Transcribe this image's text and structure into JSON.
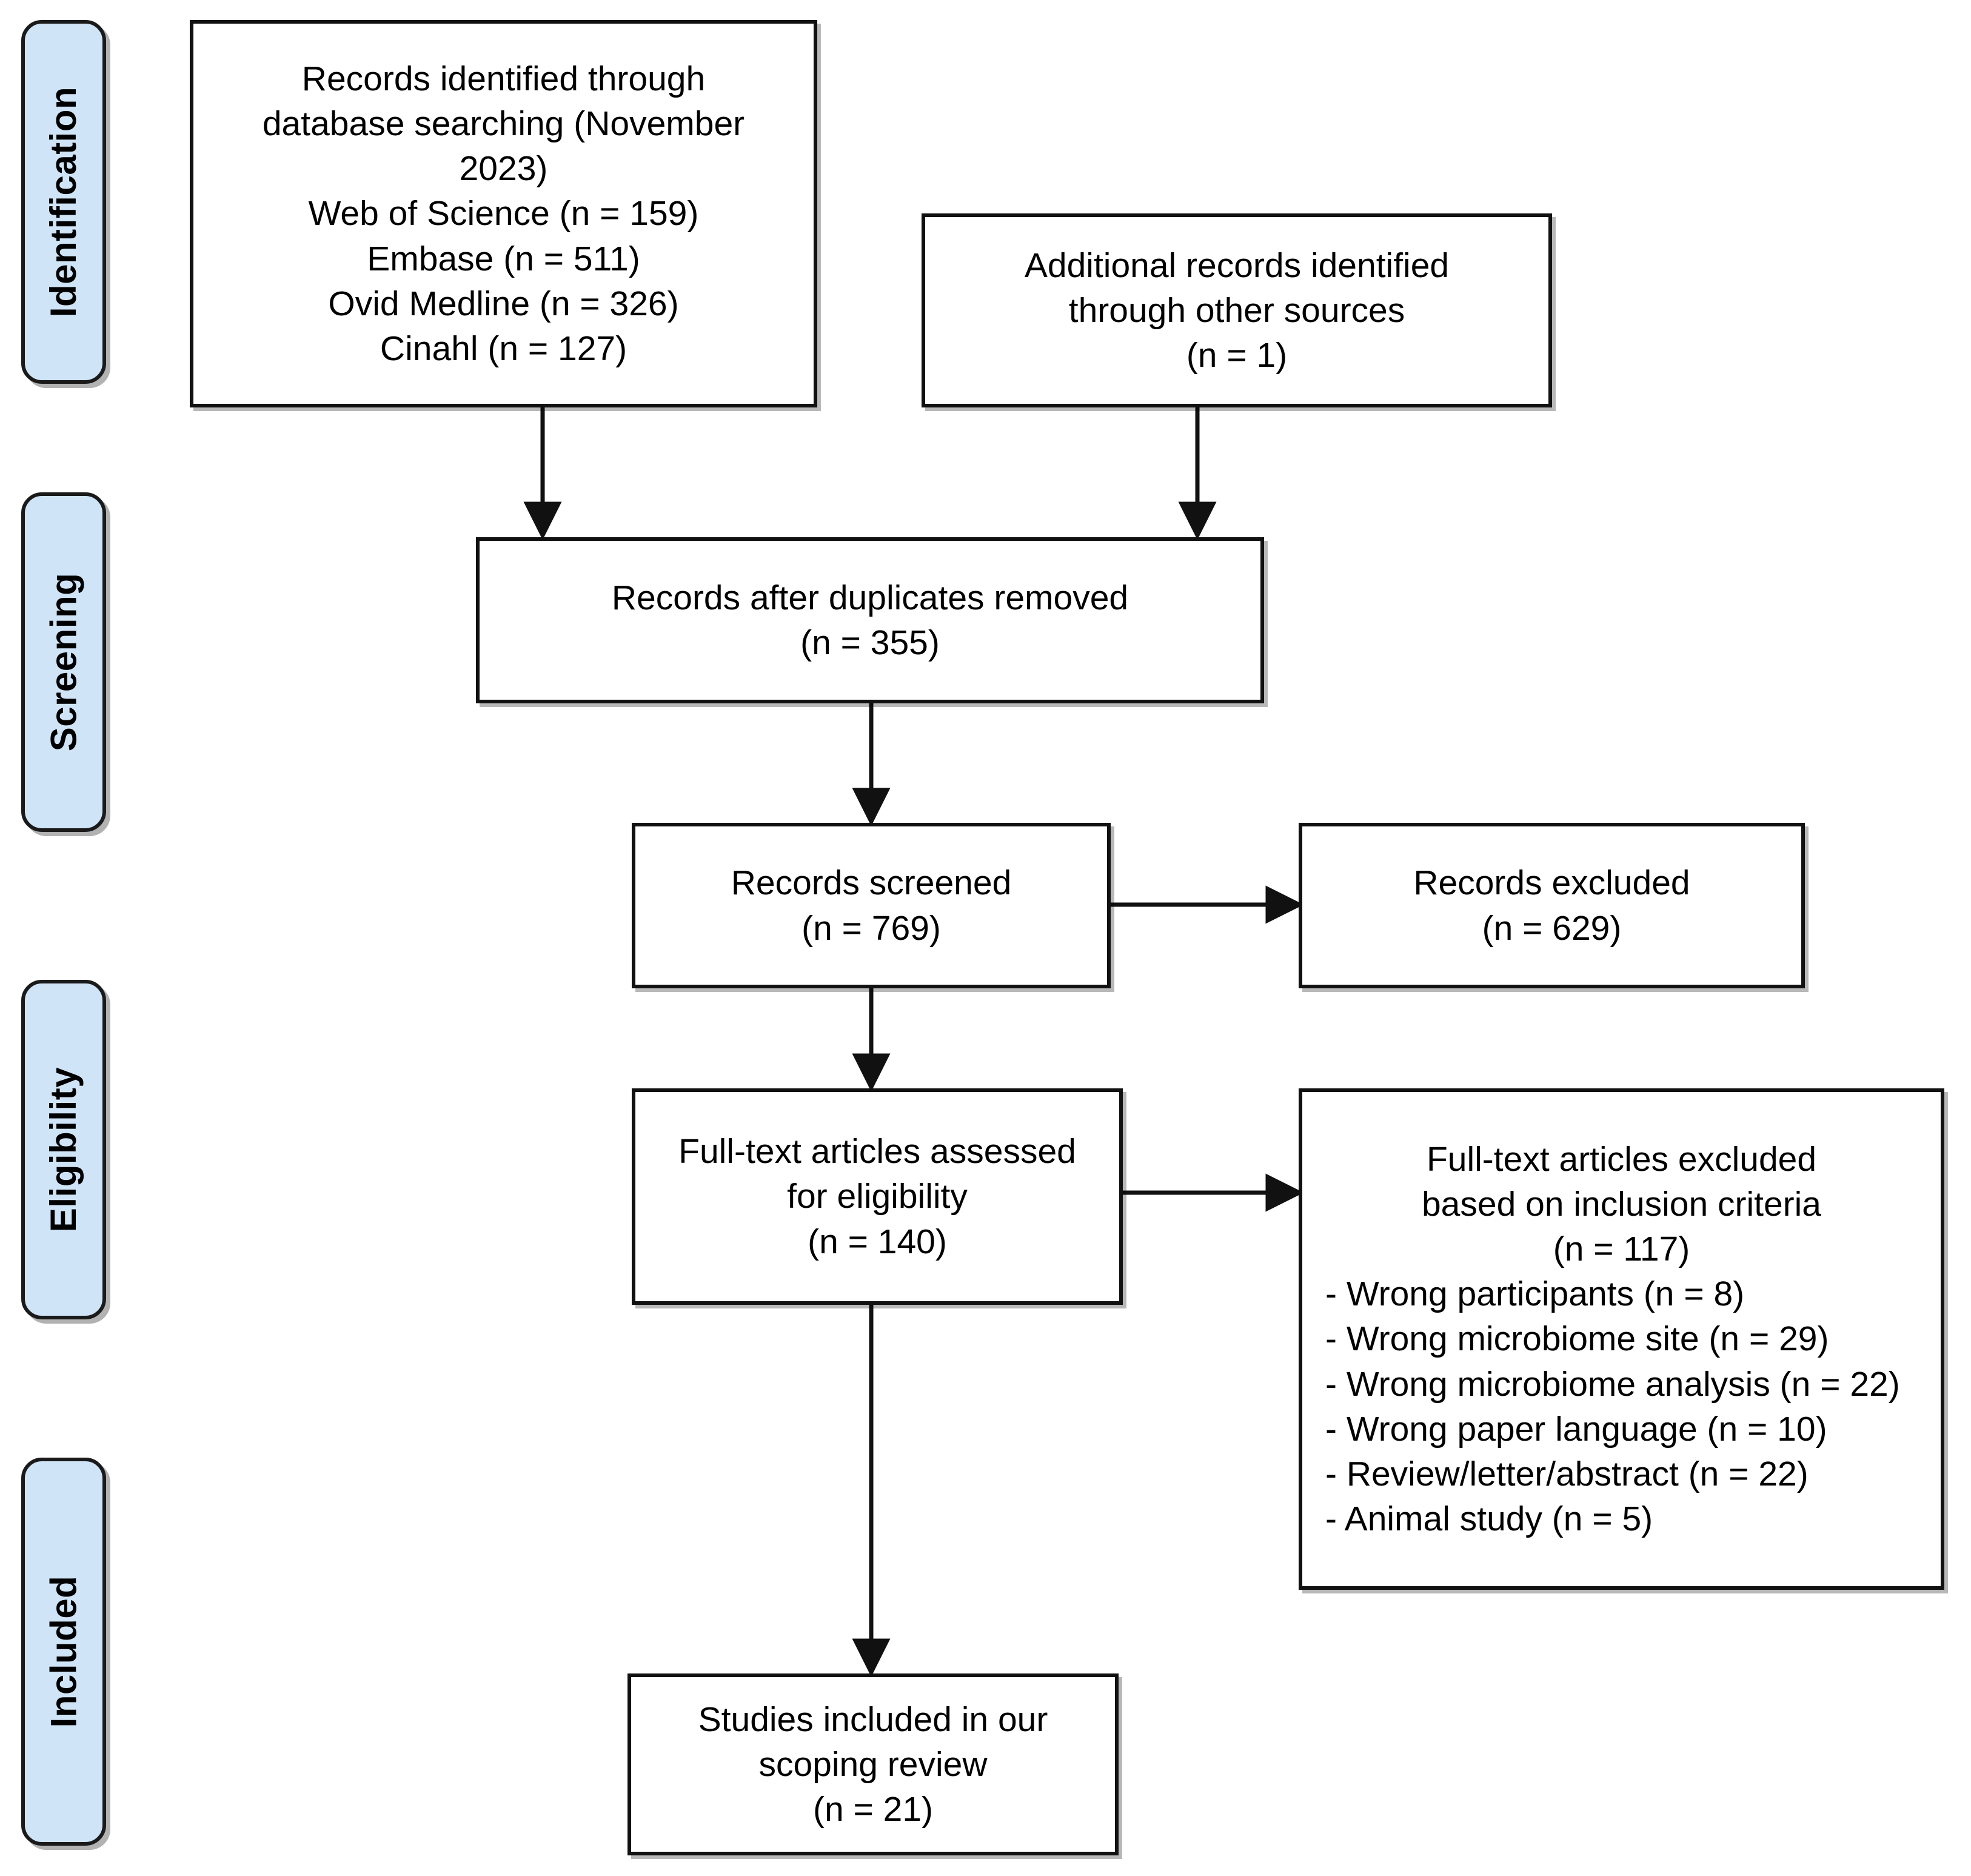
{
  "diagram": {
    "type": "prisma-flow-diagram",
    "accent_blue": "#cfe4f7",
    "line_color": "#111111",
    "stages": [
      {
        "id": "identification",
        "label": "Identification"
      },
      {
        "id": "screening",
        "label": "Screening"
      },
      {
        "id": "eligibility",
        "label": "Eligibility"
      },
      {
        "id": "included",
        "label": "Included"
      }
    ],
    "boxes": {
      "database_search": {
        "id": "records-identified-database",
        "lines": [
          "Records identified through",
          "database searching (November",
          "2023)",
          "Web of Science (n = 159)",
          "Embase (n = 511)",
          "Ovid Medline (n = 326)",
          "Cinahl (n = 127)"
        ]
      },
      "other_sources": {
        "id": "additional-records-other-sources",
        "lines": [
          "Additional records identified",
          "through other sources",
          "(n = 1)"
        ]
      },
      "duplicates_removed": {
        "id": "records-after-duplicates-removed",
        "lines": [
          "Records after duplicates removed",
          "(n = 355)"
        ]
      },
      "records_screened": {
        "id": "records-screened",
        "lines": [
          "Records screened",
          "(n = 769)"
        ]
      },
      "records_excluded": {
        "id": "records-excluded",
        "lines": [
          "Records excluded",
          "(n = 629)"
        ]
      },
      "fulltext_assessed": {
        "id": "full-text-articles-assessed",
        "lines": [
          "Full-text articles assessed",
          "for eligibility",
          "(n = 140)"
        ]
      },
      "fulltext_excluded": {
        "id": "full-text-articles-excluded",
        "header_lines": [
          "Full-text articles excluded",
          "based on inclusion criteria",
          "(n = 117)"
        ],
        "reasons": [
          "- Wrong participants (n = 8)",
          "- Wrong microbiome site (n = 29)",
          "- Wrong microbiome analysis (n = 22)",
          "- Wrong paper language (n = 10)",
          "- Review/letter/abstract (n = 22)",
          "- Animal study (n = 5)"
        ]
      },
      "studies_included": {
        "id": "studies-included",
        "lines": [
          "Studies included in our",
          "scoping review",
          "(n = 21)"
        ]
      }
    },
    "counts": {
      "web_of_science": 159,
      "embase": 511,
      "ovid_medline": 326,
      "cinahl": 127,
      "other_sources": 1,
      "after_duplicates": 355,
      "screened": 769,
      "excluded_title_abstract": 629,
      "fulltext_assessed": 140,
      "fulltext_excluded": 117,
      "wrong_participants": 8,
      "wrong_microbiome_site": 29,
      "wrong_microbiome_analysis": 22,
      "wrong_paper_language": 10,
      "review_letter_abstract": 22,
      "animal_study": 5,
      "included_studies": 21
    }
  }
}
